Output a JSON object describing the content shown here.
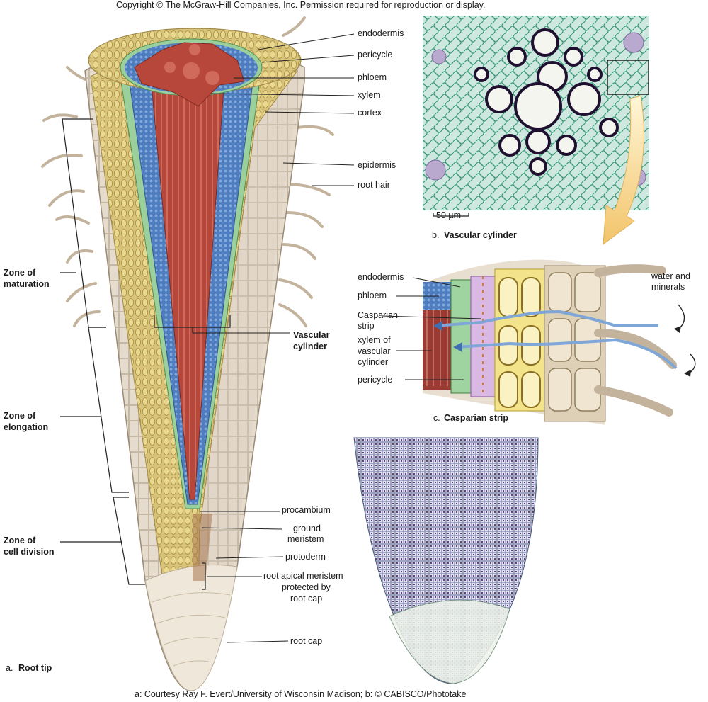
{
  "header": {
    "copyright": "Copyright © The McGraw-Hill Companies, Inc. Permission required for reproduction or display."
  },
  "footer": {
    "credits": "a: Courtesy Ray F. Evert/University of Wisconsin Madison; b: © CABISCO/Phototake"
  },
  "panel_a": {
    "caption_letter": "a.",
    "caption_title": "Root tip",
    "labels": {
      "endodermis": "endodermis",
      "pericycle": "pericycle",
      "phloem": "phloem",
      "xylem": "xylem",
      "cortex": "cortex",
      "epidermis": "epidermis",
      "root_hair": "root hair",
      "vascular_cylinder_1": "Vascular",
      "vascular_cylinder_2": "cylinder",
      "procambium": "procambium",
      "ground_meristem_1": "ground",
      "ground_meristem_2": "meristem",
      "protoderm": "protoderm",
      "ram_1": "root apical meristem",
      "ram_2": "protected by",
      "ram_3": "root cap",
      "root_cap": "root cap"
    },
    "zones": {
      "maturation_1": "Zone of",
      "maturation_2": "maturation",
      "elongation_1": "Zone of",
      "elongation_2": "elongation",
      "division_1": "Zone of",
      "division_2": "cell division"
    }
  },
  "panel_b": {
    "caption_letter": "b.",
    "caption_title": "Vascular cylinder",
    "scale_bar": "50 µm"
  },
  "panel_c": {
    "caption_letter": "c.",
    "caption_title": "Casparian strip",
    "labels": {
      "endodermis": "endodermis",
      "phloem": "phloem",
      "casparian_1": "Casparian",
      "casparian_2": "strip",
      "xylem_1": "xylem of",
      "xylem_2": "vascular",
      "xylem_3": "cylinder",
      "pericycle": "pericycle",
      "water_1": "water and",
      "water_2": "minerals"
    }
  }
}
